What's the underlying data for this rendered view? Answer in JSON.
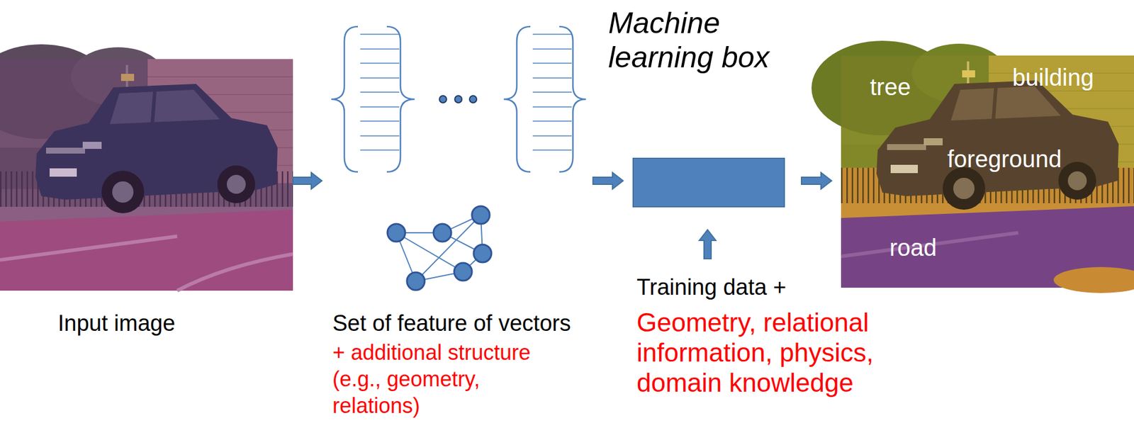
{
  "diagram": {
    "nodes": [
      {
        "text": [
          "Input image"
        ]
      },
      {
        "text": [
          "Set of feature of vectors",
          "+ additional structure (e.g., geometry, relations)"
        ]
      },
      {
        "text": [
          "Machine learning box"
        ]
      },
      {
        "text": [
          "Training data +",
          "Geometry, relational information, physics, domain knowledge"
        ]
      },
      {
        "text": [
          "tree",
          "building",
          "foreground",
          "road"
        ]
      }
    ],
    "edges": [
      {
        "from": 0,
        "to": 1,
        "arrow": "to"
      },
      {
        "from": 1,
        "to": 2,
        "arrow": "to"
      },
      {
        "from": 3,
        "to": 2,
        "arrow": "to"
      },
      {
        "from": 2,
        "to": 4,
        "arrow": "to"
      }
    ]
  }
}
